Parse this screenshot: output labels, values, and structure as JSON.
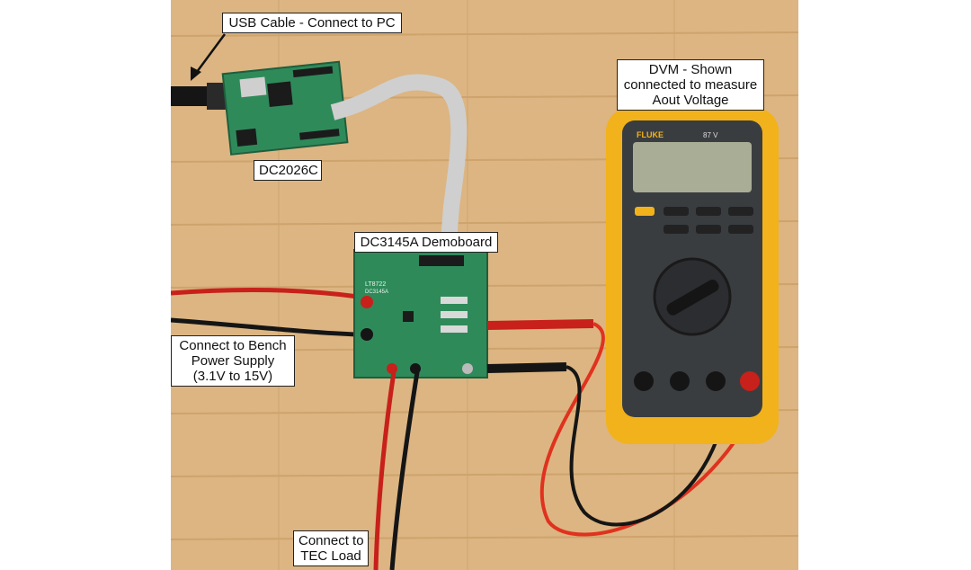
{
  "photo": {
    "description_icon": "lab-bench-photo-icon",
    "multimeter_brand": "FLUKE",
    "multimeter_model": "87 V",
    "board_label": "LT8722",
    "board_sublabel": "DC3145A",
    "colors": {
      "wood": "#dcb582",
      "wood_dark": "#c89b64",
      "board_green": "#2f8a5a",
      "meter_yellow": "#f2b21b",
      "meter_body": "#3a3d40",
      "lcd": "#a9ad95",
      "lead_red": "#c8201b",
      "lead_black": "#151515",
      "ribbon": "#cfcfcf"
    }
  },
  "callouts": {
    "usb": "USB Cable - Connect to PC",
    "dc2026": "DC2026C",
    "dc3145": "DC3145A Demoboard",
    "bench_line1": "Connect to Bench",
    "bench_line2": "Power Supply",
    "bench_line3": "(3.1V to 15V)",
    "dvm_line1": "DVM - Shown",
    "dvm_line2": "connected to measure",
    "dvm_line3": "Aout Voltage",
    "tec_line1": "Connect to",
    "tec_line2": "TEC Load"
  }
}
